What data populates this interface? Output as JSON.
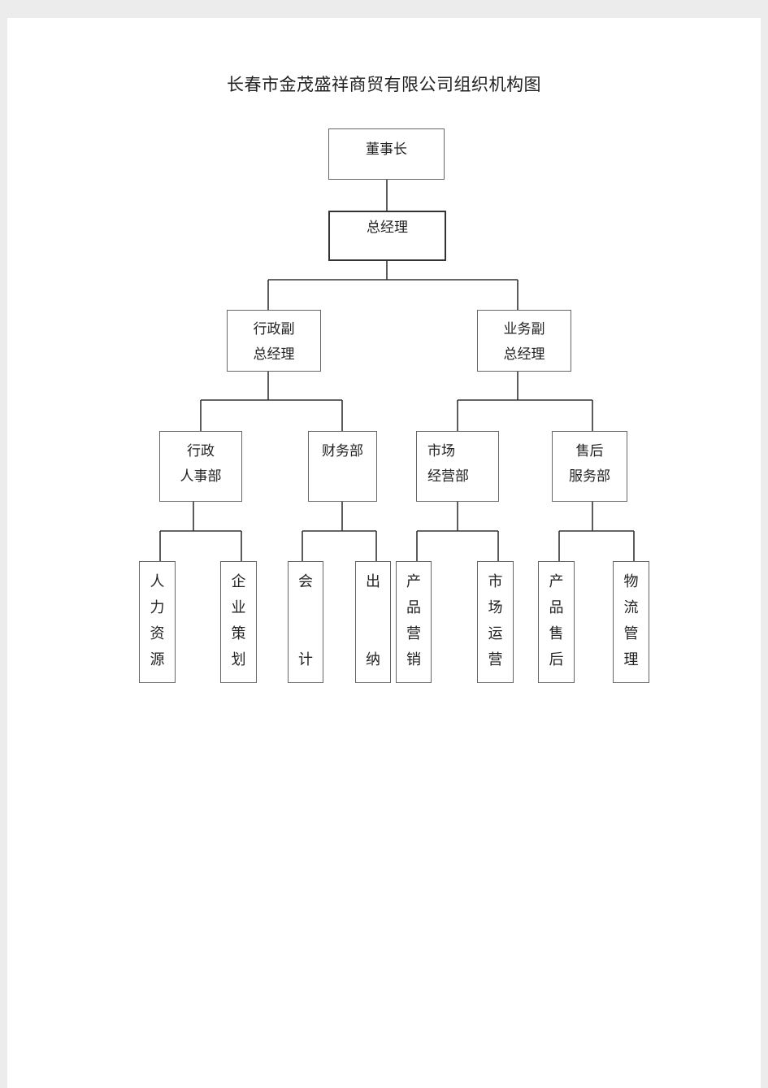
{
  "title": "长春市金茂盛祥商贸有限公司组织机构图",
  "nodes": {
    "chairman": "董事长",
    "gm": "总经理",
    "vp_admin": [
      "行政副",
      "总经理"
    ],
    "vp_business": [
      "业务副",
      "总经理"
    ],
    "dept_hr": [
      "行政",
      "人事部"
    ],
    "dept_finance": [
      "财务部"
    ],
    "dept_market": [
      "市场",
      "经营部"
    ],
    "dept_aftersales": [
      "售后",
      "服务部"
    ],
    "leaf_hr_resources": [
      "人",
      "力",
      "资",
      "源"
    ],
    "leaf_planning": [
      "企",
      "业",
      "策",
      "划"
    ],
    "leaf_accounting": [
      "会",
      "",
      "",
      "计"
    ],
    "leaf_cashier": [
      "出",
      "",
      "",
      "纳"
    ],
    "leaf_product_marketing": [
      "产",
      "品",
      "营",
      "销"
    ],
    "leaf_market_ops": [
      "市",
      "场",
      "运",
      "营"
    ],
    "leaf_product_aftersales": [
      "产",
      "品",
      "售",
      "后"
    ],
    "leaf_logistics": [
      "物",
      "流",
      "管",
      "理"
    ]
  }
}
